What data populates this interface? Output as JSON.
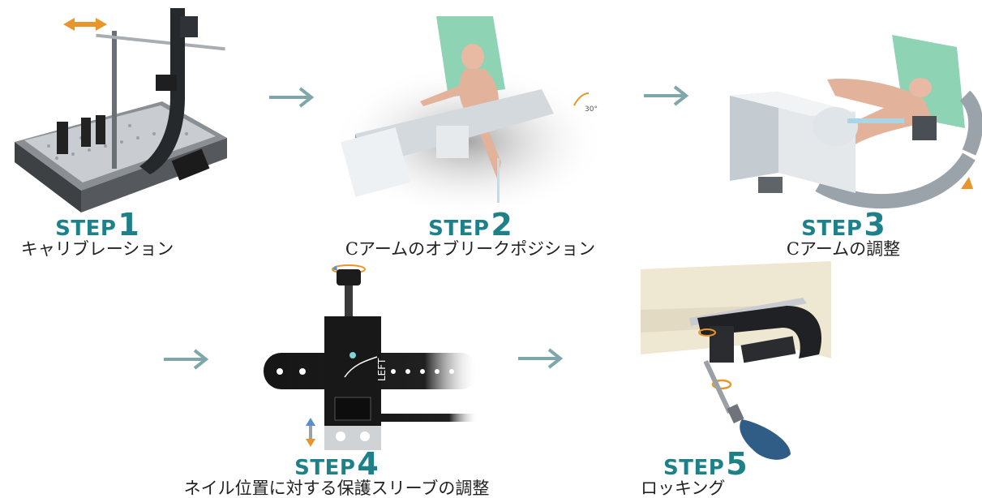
{
  "steps": [
    {
      "word": "STEP",
      "number": "1",
      "description": "キャリブレーション"
    },
    {
      "word": "STEP",
      "number": "2",
      "description": "Cアームのオブリークポジション"
    },
    {
      "word": "STEP",
      "number": "3",
      "description": "Cアームの調整"
    },
    {
      "word": "STEP",
      "number": "4",
      "description": "ネイル位置に対する保護スリーブの調整"
    },
    {
      "word": "STEP",
      "number": "5",
      "description": "ロッキング"
    }
  ],
  "annotations": {
    "angle_label": "30°",
    "scale_label": "LEFT"
  },
  "colors": {
    "accent": "#1e8189",
    "arrow": "#7fa7aa",
    "highlight": "#e8962a"
  }
}
